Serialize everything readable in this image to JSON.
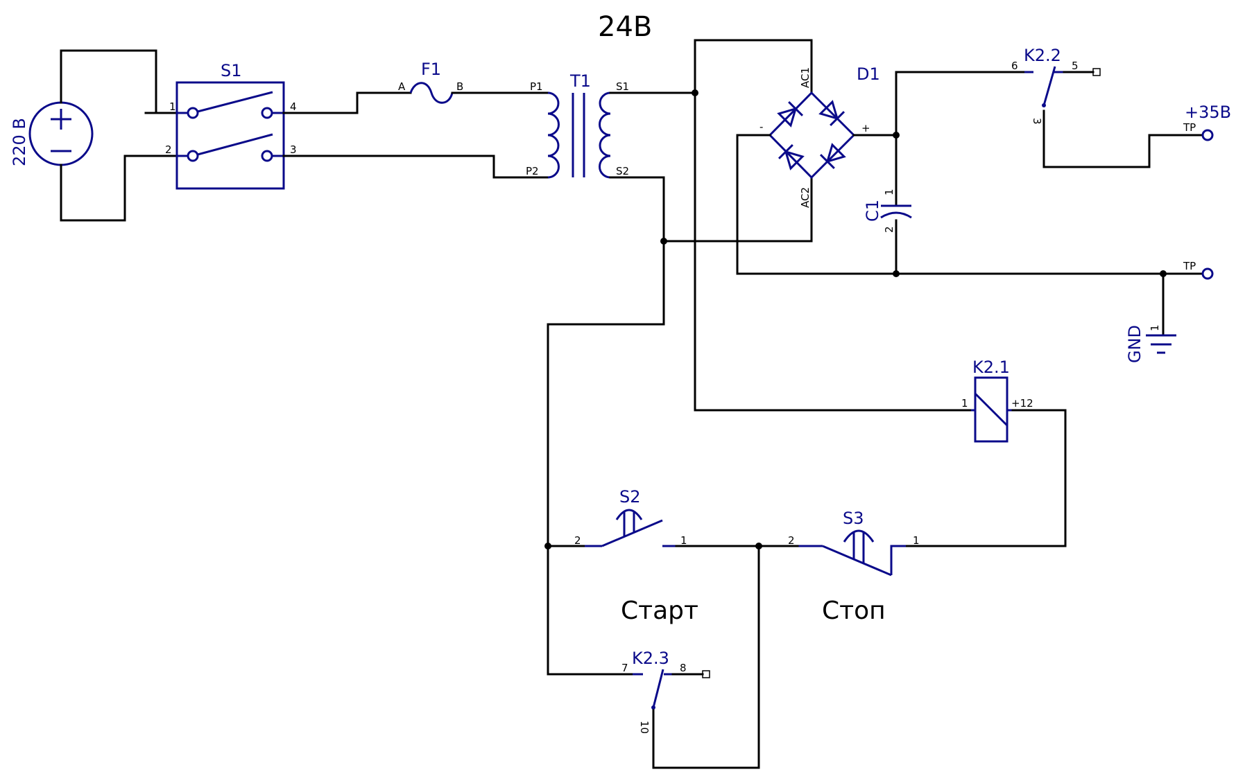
{
  "title": "24B",
  "colors": {
    "wire": "#000000",
    "component": "#0a0a8a",
    "background": "#ffffff"
  },
  "components": {
    "source": {
      "label": "220 B",
      "plus": "+",
      "minus": "−"
    },
    "s1": {
      "label": "S1",
      "pins": [
        "1",
        "2",
        "3",
        "4"
      ]
    },
    "f1": {
      "label": "F1",
      "pin_a": "A",
      "pin_b": "B"
    },
    "t1": {
      "label": "T1",
      "p1": "P1",
      "p2": "P2",
      "s1": "S1",
      "s2": "S2"
    },
    "d1": {
      "label": "D1",
      "ac1": "AC1",
      "ac2": "AC2",
      "minus": "-",
      "plus": "+"
    },
    "c1": {
      "label": "C1",
      "pin1": "1",
      "pin2": "2"
    },
    "k22": {
      "label": "K2.2",
      "pin6": "6",
      "pin5": "5",
      "pin3": "3"
    },
    "tp_pos": {
      "label": "+35B",
      "tp": "TP"
    },
    "tp_gnd": {
      "tp": "TP"
    },
    "gnd": {
      "label": "GND",
      "pin": "1"
    },
    "k21": {
      "label": "K2.1",
      "pin1": "1",
      "pin12": "+12"
    },
    "s2": {
      "label": "S2",
      "pin2": "2",
      "pin1": "1",
      "caption": "Старт"
    },
    "s3": {
      "label": "S3",
      "pin2": "2",
      "pin1": "1",
      "caption": "Стоп"
    },
    "k23": {
      "label": "K2.3",
      "pin7": "7",
      "pin8": "8",
      "pin10": "10"
    }
  }
}
